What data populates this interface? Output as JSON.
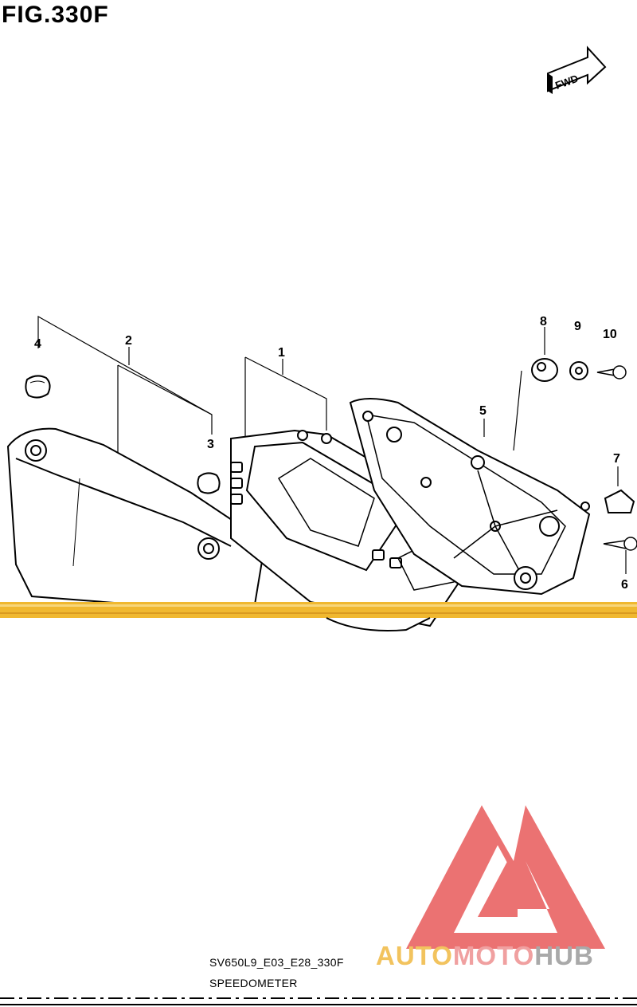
{
  "figure": {
    "title": "FIG.330F"
  },
  "fwd_label": "FWD",
  "callouts": [
    "1",
    "2",
    "3",
    "4",
    "5",
    "6",
    "7",
    "8",
    "9",
    "10"
  ],
  "caption": {
    "code": "SV650L9_E03_E28_330F",
    "name": "SPEEDOMETER"
  },
  "watermark": {
    "part1": "AUTO",
    "part2": "MOTO",
    "part3": "HUB"
  },
  "colors": {
    "stripe": "#f0b830",
    "logo_red": "#e85a5a",
    "logo_yellow": "#f2c35e",
    "logo_gray": "#a9a9a9"
  }
}
